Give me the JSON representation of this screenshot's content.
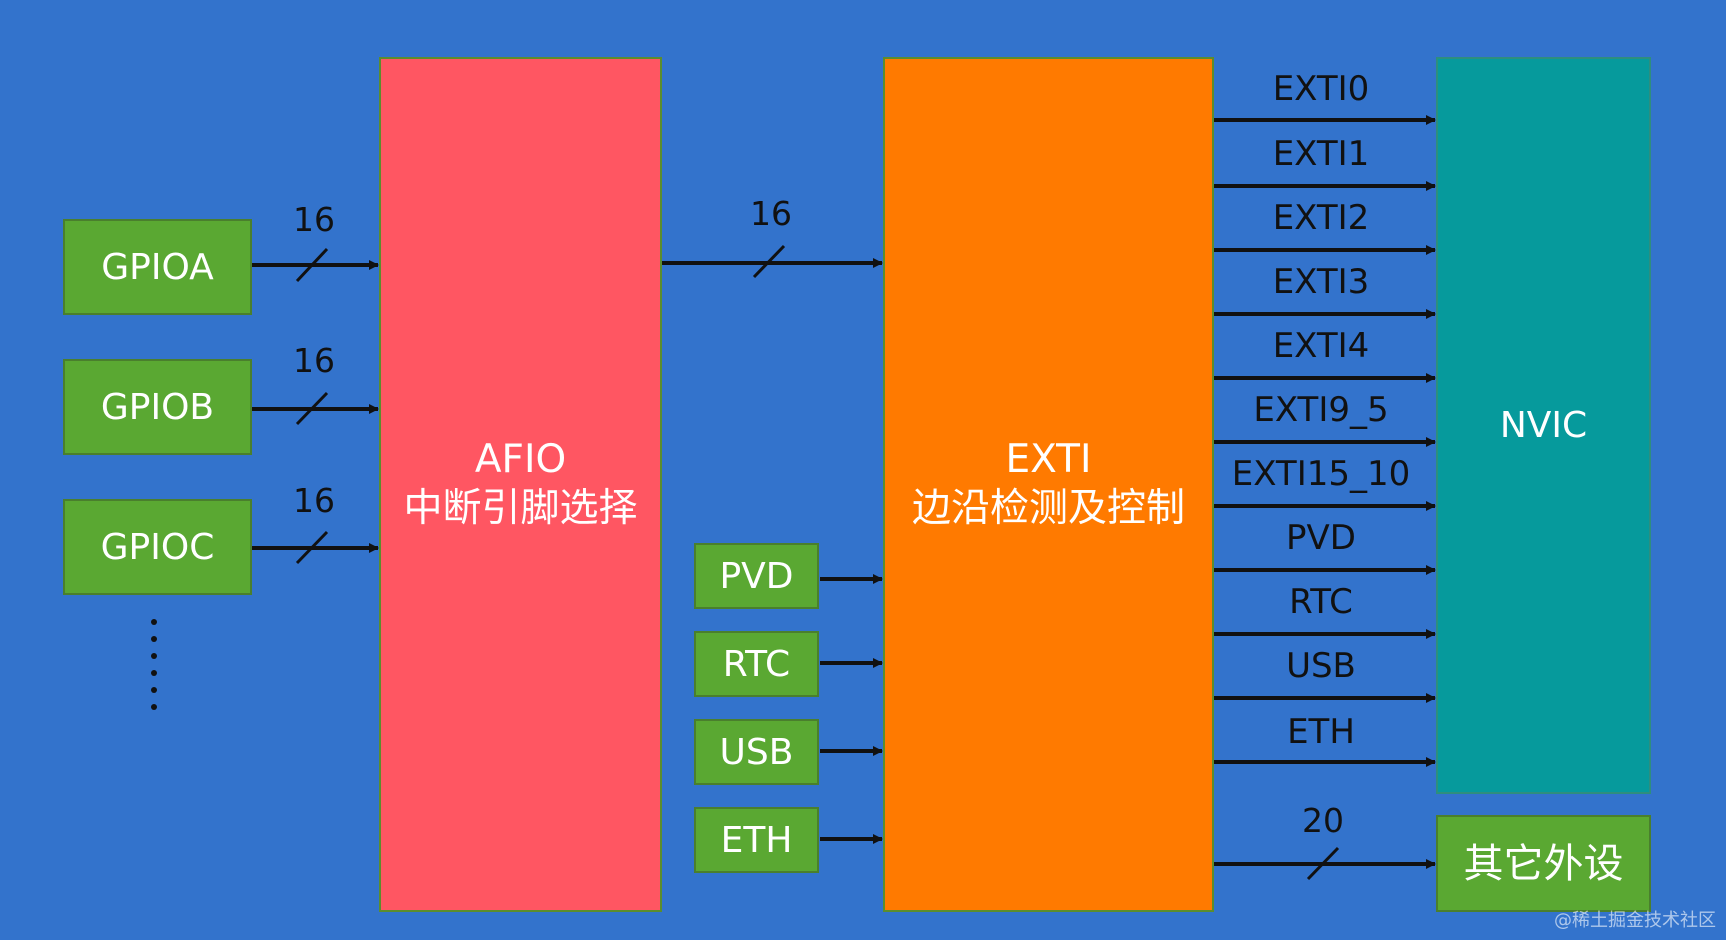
{
  "left_sources": [
    "GPIOA",
    "GPIOB",
    "GPIOC"
  ],
  "left_bus_widths": [
    "16",
    "16",
    "16"
  ],
  "afio": {
    "title": "AFIO",
    "subtitle": "中断引脚选择"
  },
  "middle_bus_width": "16",
  "middle_sources": [
    "PVD",
    "RTC",
    "USB",
    "ETH"
  ],
  "exti": {
    "title": "EXTI",
    "subtitle": "边沿检测及控制"
  },
  "outputs": [
    "EXTI0",
    "EXTI1",
    "EXTI2",
    "EXTI3",
    "EXTI4",
    "EXTI9_5",
    "EXTI15_10",
    "PVD",
    "RTC",
    "USB",
    "ETH"
  ],
  "nvic_label": "NVIC",
  "other_bus_width": "20",
  "other_label": "其它外设",
  "watermark": "@稀土掘金技术社区",
  "colors": {
    "background": "#3373cc",
    "green": "#5aa832",
    "afio": "#ff5662",
    "exti": "#ff7a00",
    "nvic": "#069a9c",
    "arrow": "#111111"
  }
}
